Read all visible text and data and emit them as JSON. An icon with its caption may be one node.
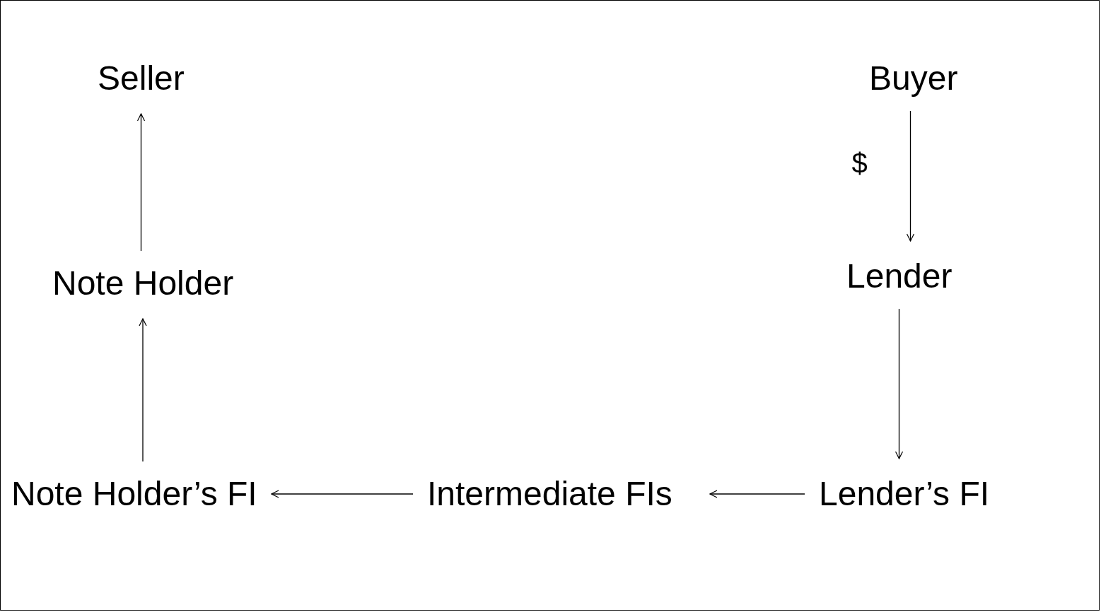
{
  "diagram": {
    "nodes": [
      {
        "text": [
          "Seller"
        ]
      },
      {
        "text": [
          "Buyer"
        ]
      },
      {
        "text": [
          "Note Holder"
        ]
      },
      {
        "text": [
          "Lender"
        ]
      },
      {
        "text": [
          "Note Holder’s FI"
        ]
      },
      {
        "text": [
          "Intermediate FIs"
        ]
      },
      {
        "text": [
          "Lender’s FI"
        ]
      }
    ],
    "edges": [
      {
        "from": 1,
        "to": 3,
        "arrow": "to",
        "label": "$"
      },
      {
        "from": 3,
        "to": 6,
        "arrow": "to"
      },
      {
        "from": 6,
        "to": 5,
        "arrow": "to"
      },
      {
        "from": 5,
        "to": 4,
        "arrow": "to"
      },
      {
        "from": 4,
        "to": 2,
        "arrow": "to"
      },
      {
        "from": 2,
        "to": 0,
        "arrow": "to"
      }
    ]
  }
}
